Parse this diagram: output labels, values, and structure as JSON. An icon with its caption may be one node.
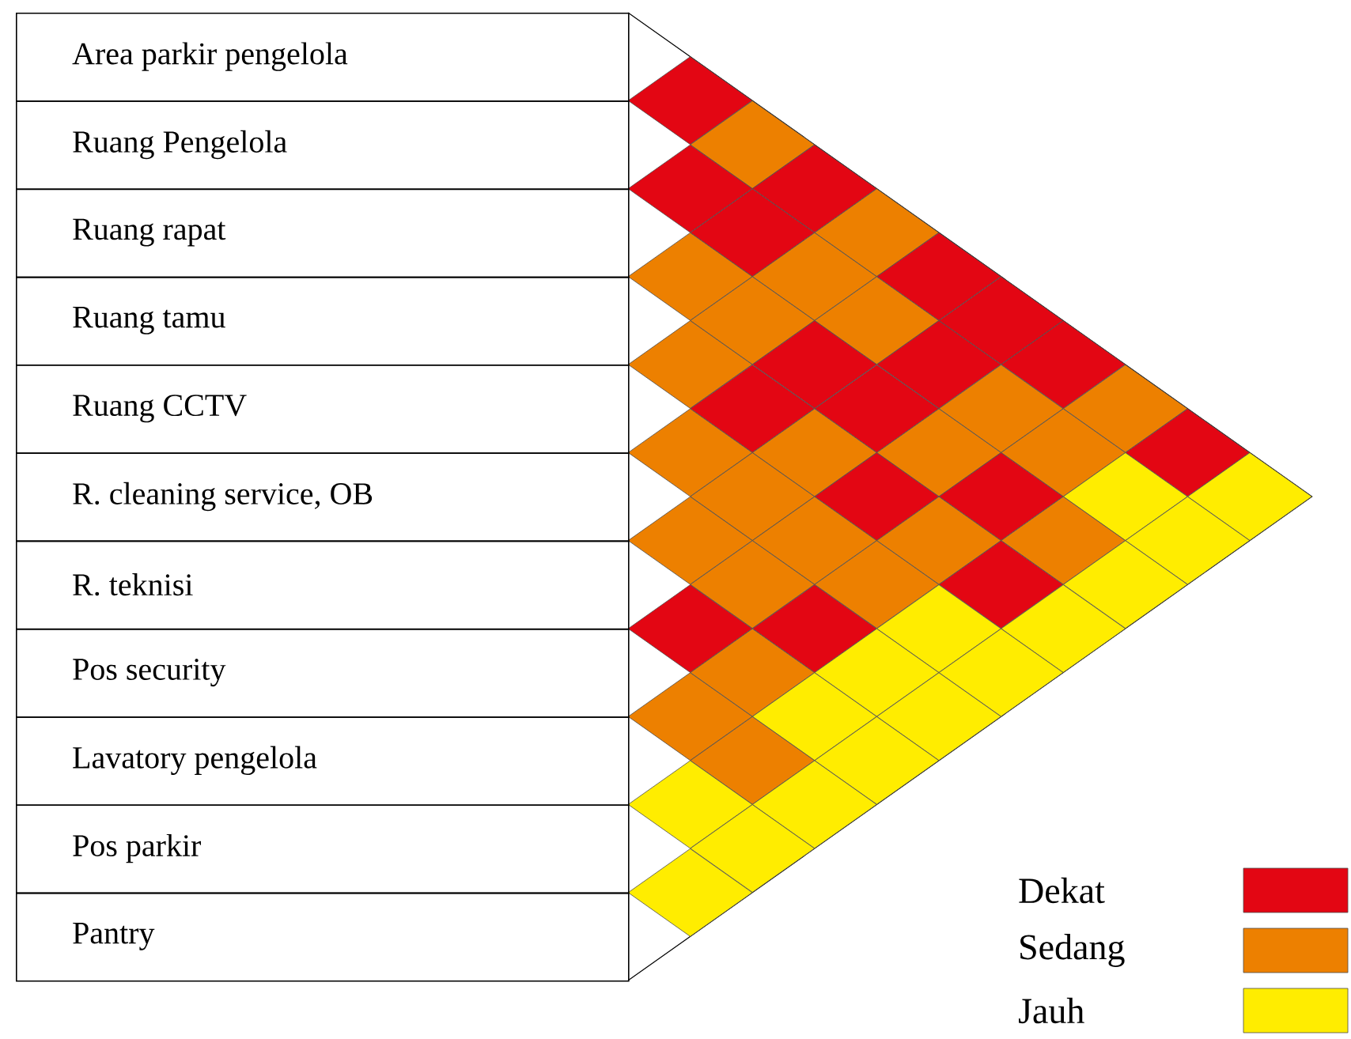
{
  "diagram": {
    "nodes": [
      {
        "text": [
          "Area parkir pengelola"
        ]
      },
      {
        "text": [
          "Ruang Pengelola"
        ]
      },
      {
        "text": [
          "Ruang rapat"
        ]
      },
      {
        "text": [
          "Ruang tamu"
        ]
      },
      {
        "text": [
          "Ruang CCTV"
        ]
      },
      {
        "text": [
          "R. cleaning service, OB"
        ]
      },
      {
        "text": [
          "R. teknisi"
        ]
      },
      {
        "text": [
          "Pos security"
        ]
      },
      {
        "text": [
          "Lavatory pengelola"
        ]
      },
      {
        "text": [
          "Pos parkir"
        ]
      },
      {
        "text": [
          "Pantry"
        ]
      },
      {
        "text": [],
        "shape": "diamond"
      },
      {
        "text": [],
        "shape": "diamond"
      },
      {
        "text": [],
        "shape": "diamond"
      },
      {
        "text": [],
        "shape": "diamond"
      },
      {
        "text": [],
        "shape": "diamond"
      },
      {
        "text": [],
        "shape": "diamond"
      },
      {
        "text": [],
        "shape": "diamond"
      },
      {
        "text": [],
        "shape": "diamond"
      },
      {
        "text": [],
        "shape": "diamond"
      },
      {
        "text": [],
        "shape": "diamond"
      },
      {
        "text": [],
        "shape": "diamond"
      },
      {
        "text": [],
        "shape": "diamond"
      },
      {
        "text": [],
        "shape": "diamond"
      },
      {
        "text": [],
        "shape": "diamond"
      },
      {
        "text": [],
        "shape": "diamond"
      },
      {
        "text": [],
        "shape": "diamond"
      },
      {
        "text": [],
        "shape": "diamond"
      },
      {
        "text": [],
        "shape": "diamond"
      },
      {
        "text": [],
        "shape": "diamond"
      },
      {
        "text": [],
        "shape": "diamond"
      },
      {
        "text": [],
        "shape": "diamond"
      },
      {
        "text": [],
        "shape": "diamond"
      },
      {
        "text": [],
        "shape": "diamond"
      },
      {
        "text": [],
        "shape": "diamond"
      },
      {
        "text": [],
        "shape": "diamond"
      },
      {
        "text": [],
        "shape": "diamond"
      },
      {
        "text": [],
        "shape": "diamond"
      },
      {
        "text": [],
        "shape": "diamond"
      },
      {
        "text": [],
        "shape": "diamond"
      },
      {
        "text": [],
        "shape": "diamond"
      },
      {
        "text": [],
        "shape": "diamond"
      },
      {
        "text": [],
        "shape": "diamond"
      },
      {
        "text": [],
        "shape": "diamond"
      },
      {
        "text": [],
        "shape": "diamond"
      },
      {
        "text": [],
        "shape": "diamond"
      },
      {
        "text": [],
        "shape": "diamond"
      },
      {
        "text": [],
        "shape": "diamond"
      },
      {
        "text": [],
        "shape": "diamond"
      },
      {
        "text": [],
        "shape": "diamond"
      },
      {
        "text": [],
        "shape": "diamond"
      },
      {
        "text": [],
        "shape": "diamond"
      },
      {
        "text": [],
        "shape": "diamond"
      },
      {
        "text": [],
        "shape": "diamond"
      },
      {
        "text": [],
        "shape": "diamond"
      },
      {
        "text": [],
        "shape": "diamond"
      },
      {
        "text": [],
        "shape": "diamond"
      },
      {
        "text": [],
        "shape": "diamond"
      },
      {
        "text": [],
        "shape": "diamond"
      },
      {
        "text": [],
        "shape": "diamond"
      },
      {
        "text": [],
        "shape": "diamond"
      },
      {
        "text": [],
        "shape": "diamond"
      },
      {
        "text": [],
        "shape": "diamond"
      },
      {
        "text": [],
        "shape": "diamond"
      },
      {
        "text": [],
        "shape": "diamond"
      },
      {
        "text": [],
        "shape": "diamond"
      }
    ],
    "legend": [
      {
        "text": "Dekat",
        "color": "#e30613"
      },
      {
        "text": "Sedang",
        "color": "#ed8000"
      },
      {
        "text": "Jauh",
        "color": "#ffed00"
      }
    ]
  }
}
